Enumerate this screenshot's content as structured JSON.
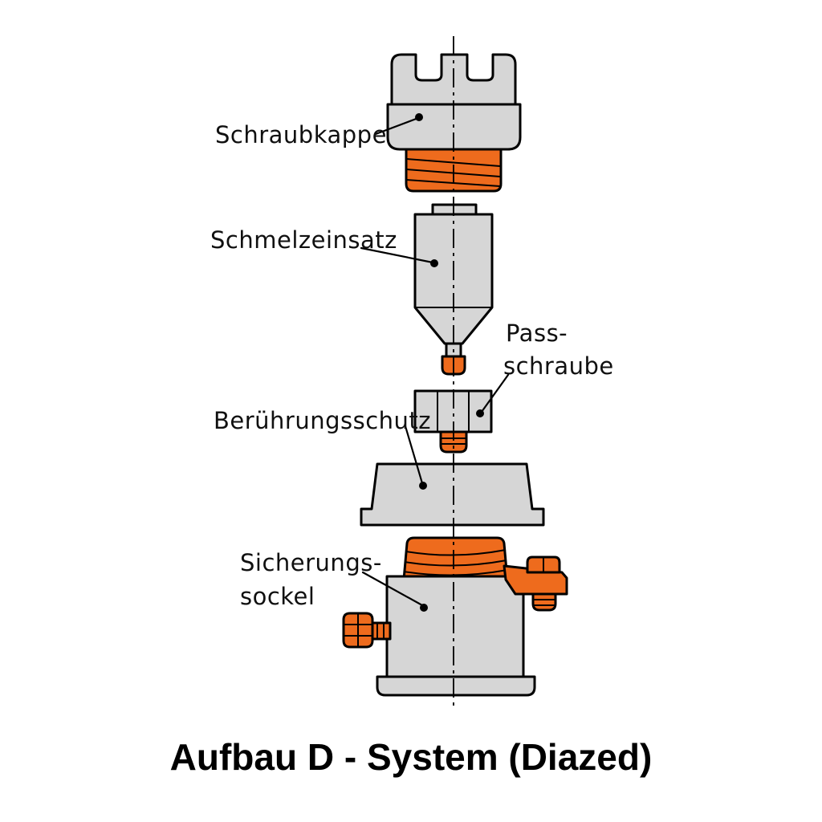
{
  "diagram": {
    "title": "Aufbau D - System (Diazed)",
    "parts": [
      {
        "id": "schraubkappe",
        "label": "Schraubkappe"
      },
      {
        "id": "schmelzeinsatz",
        "label": "Schmelzeinsatz"
      },
      {
        "id": "passschraube",
        "label_line1": "Pass-",
        "label_line2": "schraube"
      },
      {
        "id": "beruehrungsschutz",
        "label": "Berührungsschutz"
      },
      {
        "id": "sicherungssockel",
        "label_line1": "Sicherungs-",
        "label_line2": "sockel"
      }
    ],
    "colors": {
      "part_fill": "#d6d6d6",
      "thread_orange": "#ee6b1d",
      "outline": "#000000",
      "background": "#ffffff"
    }
  }
}
